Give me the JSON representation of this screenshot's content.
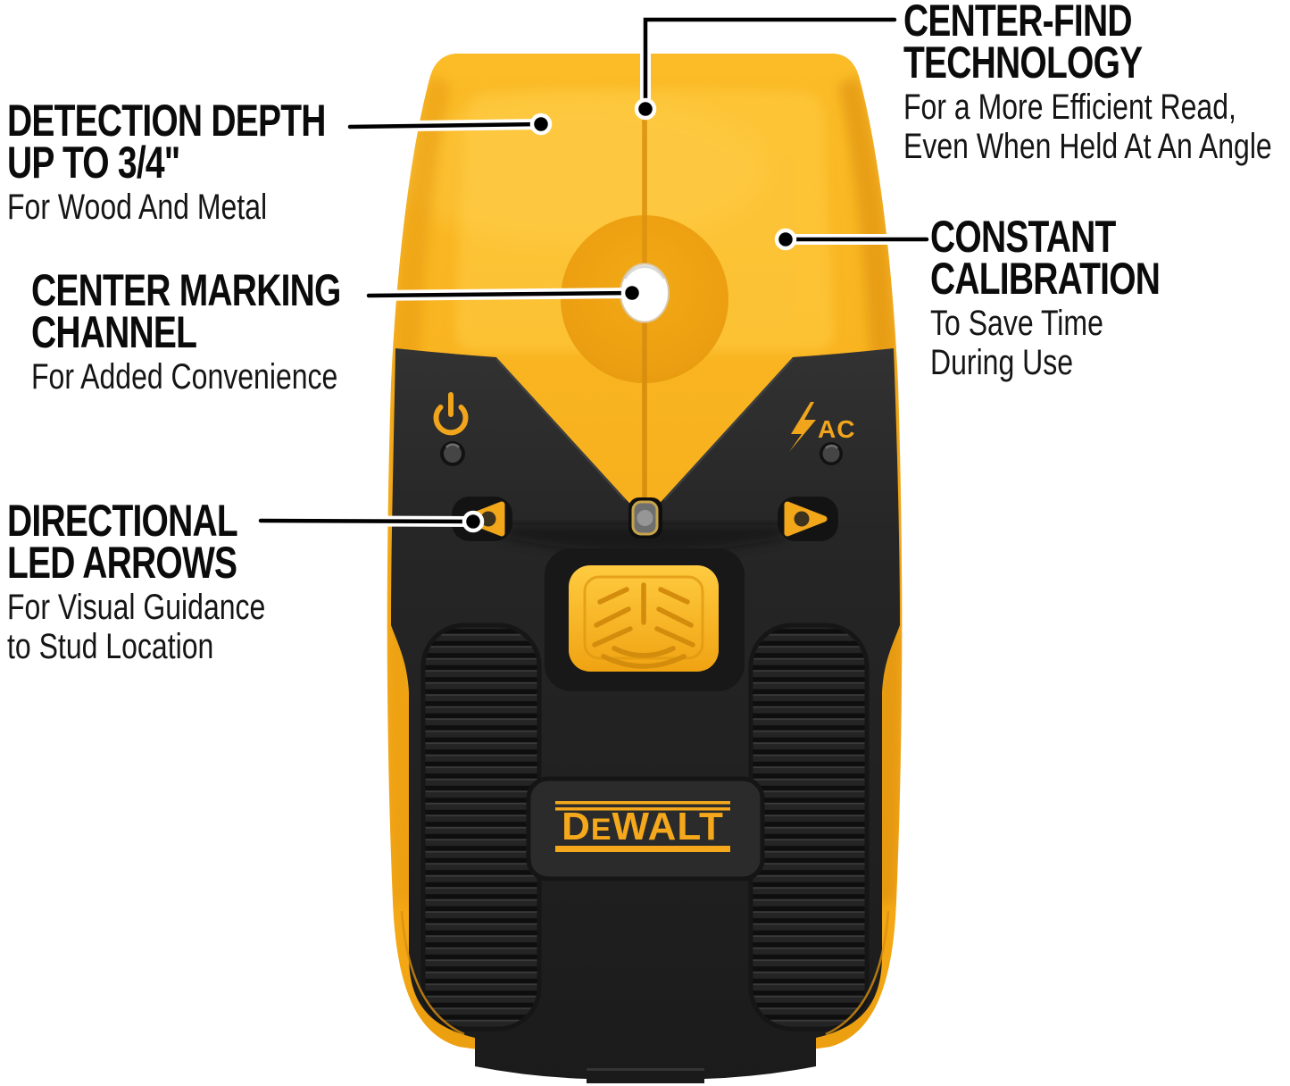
{
  "product": {
    "brand_parts": [
      "D",
      "E",
      "WALT"
    ],
    "ac_label": "AC"
  },
  "colors": {
    "body_yellow": "#F8B01D",
    "accent_yellow": "#F1A51C",
    "body_black": "#242424",
    "background": "#FFFFFF",
    "callout_line": "#000000"
  },
  "callouts": [
    {
      "id": "detection-depth",
      "title_lines": [
        "DETECTION DEPTH",
        "UP TO 3/4\""
      ],
      "subtitle_lines": [
        "For Wood And Metal"
      ]
    },
    {
      "id": "center-marking-channel",
      "title_lines": [
        "CENTER MARKING",
        "CHANNEL"
      ],
      "subtitle_lines": [
        "For Added Convenience"
      ]
    },
    {
      "id": "directional-led-arrows",
      "title_lines": [
        "DIRECTIONAL",
        "LED ARROWS"
      ],
      "subtitle_lines": [
        "For Visual Guidance",
        "to Stud Location"
      ]
    },
    {
      "id": "center-find-technology",
      "title_lines": [
        "CENTER-FIND",
        "TECHNOLOGY"
      ],
      "subtitle_lines": [
        "For a More Efficient Read,",
        "Even When Held At An Angle"
      ]
    },
    {
      "id": "constant-calibration",
      "title_lines": [
        "CONSTANT",
        "CALIBRATION"
      ],
      "subtitle_lines": [
        "To Save Time",
        "During Use"
      ]
    }
  ]
}
